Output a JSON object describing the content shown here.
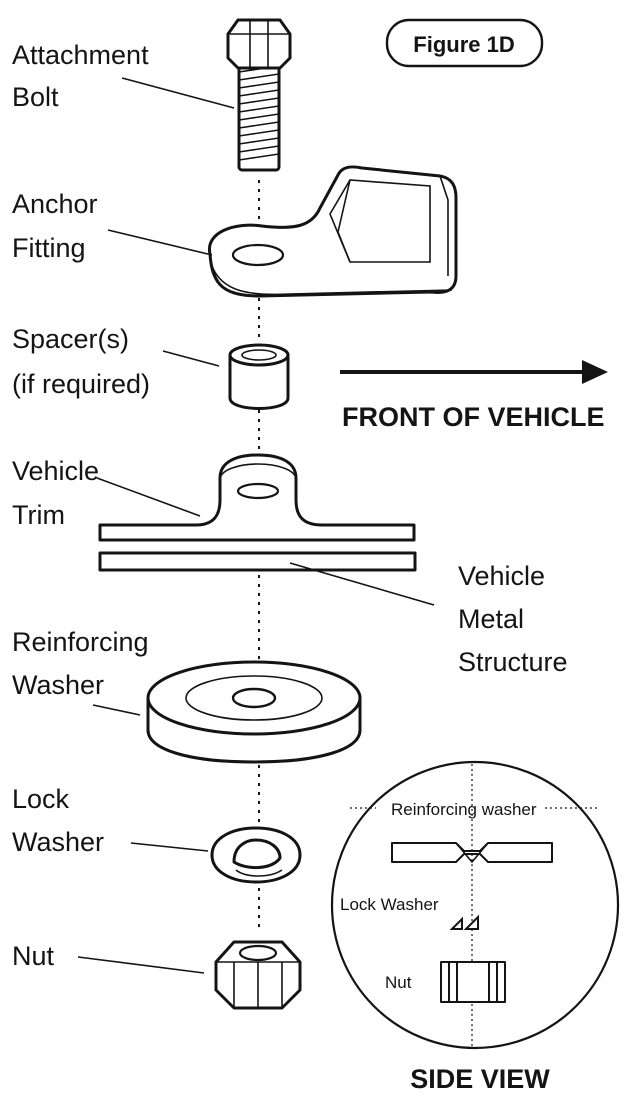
{
  "figure_badge": "Figure 1D",
  "direction_label": "FRONT OF VEHICLE",
  "parts": {
    "attachment_bolt": [
      "Attachment",
      "Bolt"
    ],
    "anchor_fitting": [
      "Anchor",
      "Fitting"
    ],
    "spacers": [
      "Spacer(s)",
      "(if required)"
    ],
    "vehicle_trim": [
      "Vehicle",
      "Trim"
    ],
    "vehicle_metal_structure": [
      "Vehicle",
      "Metal",
      "Structure"
    ],
    "reinforcing_washer": [
      "Reinforcing",
      "Washer"
    ],
    "lock_washer": [
      "Lock",
      "Washer"
    ],
    "nut": [
      "Nut"
    ]
  },
  "side_view": {
    "reinforcing_washer": "Reinforcing washer",
    "lock_washer": "Lock Washer",
    "nut": "Nut",
    "caption": "SIDE VIEW"
  }
}
